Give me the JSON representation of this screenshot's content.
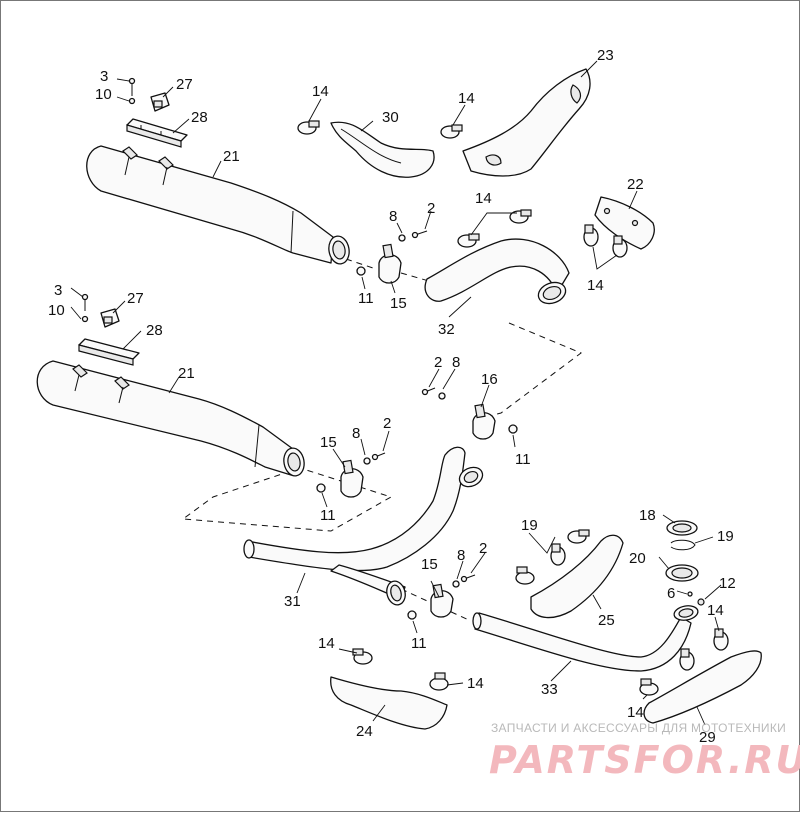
{
  "diagram": {
    "callouts": {
      "c3a": "3",
      "c10a": "10",
      "c27a": "27",
      "c28a": "28",
      "c21a": "21",
      "c14a": "14",
      "c30": "30",
      "c14b": "14",
      "c23": "23",
      "c8a": "8",
      "c2a": "2",
      "c14c": "14",
      "c22": "22",
      "c14d": "14",
      "c11a": "11",
      "c15a": "15",
      "c32": "32",
      "c3b": "3",
      "c10b": "10",
      "c27b": "27",
      "c28b": "28",
      "c21b": "21",
      "c2b": "2",
      "c8b": "8",
      "c16": "16",
      "c11b": "11",
      "c15b": "15",
      "c8c": "8",
      "c2c": "2",
      "c11c": "11",
      "c19a": "19",
      "c18": "18",
      "c19b": "19",
      "c20": "20",
      "c6": "6",
      "c12": "12",
      "c25": "25",
      "c14e": "14",
      "c15c": "15",
      "c8d": "8",
      "c2d": "2",
      "c31": "31",
      "c11d": "11",
      "c14f": "14",
      "c14g": "14",
      "c24": "24",
      "c33": "33",
      "c14h": "14",
      "c29": "29"
    }
  },
  "watermark": {
    "caption": "ЗАПЧАСТИ И АКСЕССУАРЫ ДЛЯ МОТОТЕХНИКИ",
    "logo": "PARTSFOR.RU"
  }
}
